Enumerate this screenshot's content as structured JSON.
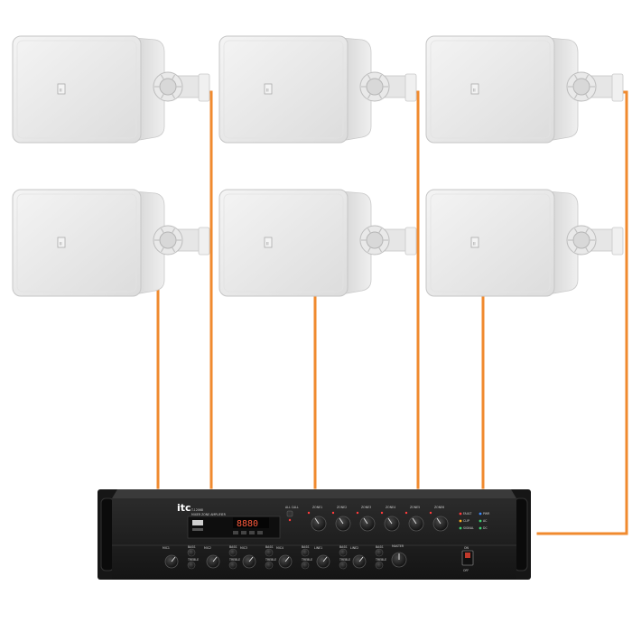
{
  "colors": {
    "cable": "#f08a2e",
    "speaker_body": "#e9e9e9",
    "amplifier_body": "#1c1c1c",
    "lcd_text": "#ff5a3c"
  },
  "speakers": [
    {
      "id": "speaker-1",
      "logo_text": "ıı"
    },
    {
      "id": "speaker-2",
      "logo_text": "ıı"
    },
    {
      "id": "speaker-3",
      "logo_text": "ıı"
    },
    {
      "id": "speaker-4",
      "logo_text": "ıı"
    },
    {
      "id": "speaker-5",
      "logo_text": "ıı"
    },
    {
      "id": "speaker-6",
      "logo_text": "ıı"
    }
  ],
  "amplifier": {
    "brand": "itc",
    "model": "T-12068",
    "subtitle": "MIXER ZONE AMPLIFIER",
    "lcd": "8880",
    "all_call": "ALL CALL",
    "zones": [
      "ZONE1",
      "ZONE2",
      "ZONE3",
      "ZONE4",
      "ZONE5",
      "ZONE6"
    ],
    "indicators": [
      "FAULT",
      "CLIP",
      "SIGNAL",
      "PWR",
      "AC",
      "DC"
    ],
    "knob_groups": [
      {
        "label": "MIC1",
        "sub": [
          "BASS",
          "TREBLE"
        ]
      },
      {
        "label": "MIC2",
        "sub": [
          "BASS",
          "TREBLE"
        ]
      },
      {
        "label": "MIC3",
        "sub": [
          "BASS",
          "TREBLE"
        ]
      },
      {
        "label": "MIC4",
        "sub": [
          "BASS",
          "TREBLE"
        ]
      },
      {
        "label": "LINE1",
        "sub": [
          "BASS",
          "TREBLE"
        ]
      },
      {
        "label": "LINE2",
        "sub": [
          "BASS",
          "TREBLE"
        ]
      }
    ],
    "master": "MASTER",
    "power_on": "ON",
    "power_off": "OFF"
  }
}
